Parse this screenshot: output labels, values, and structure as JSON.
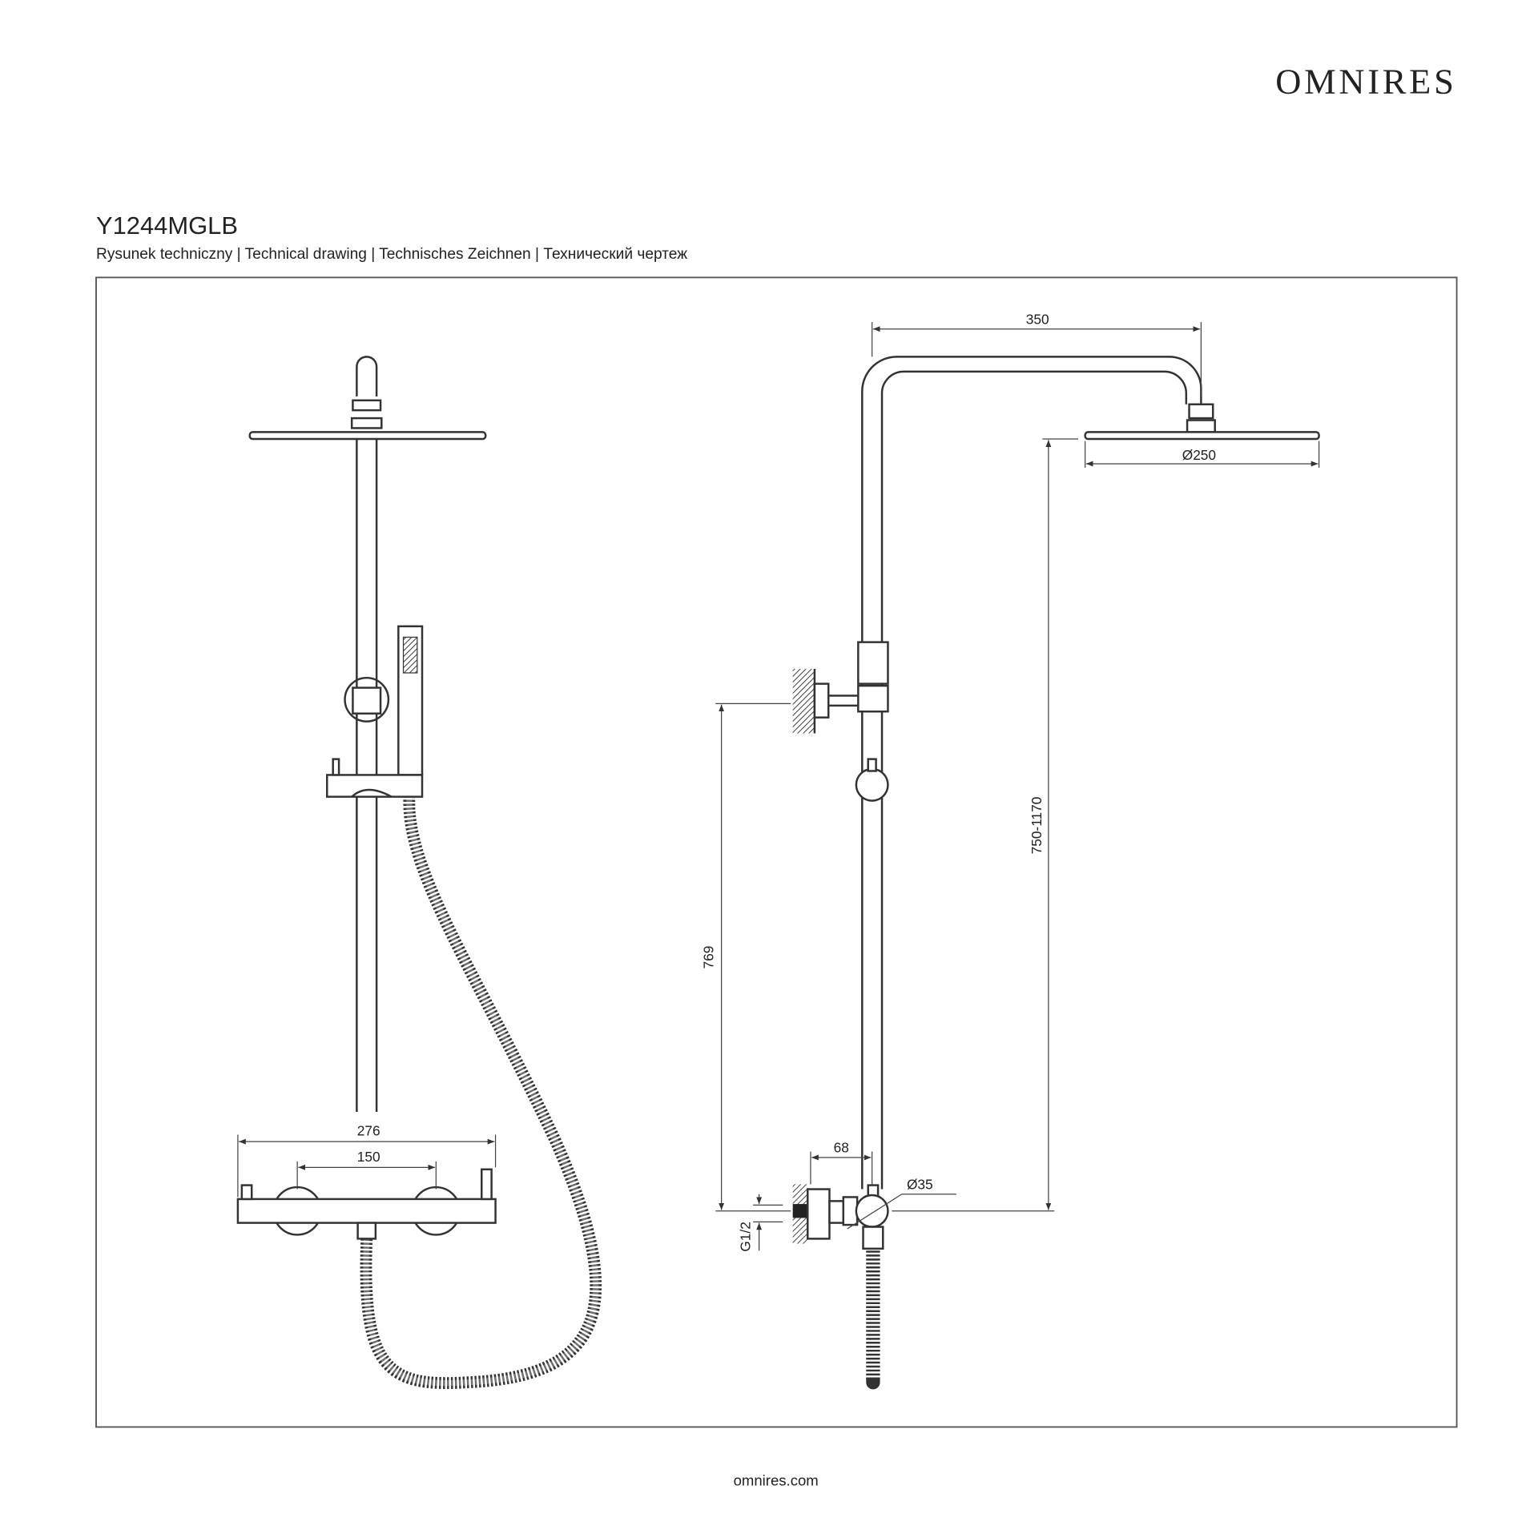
{
  "brand": {
    "logo": "OMNIRES"
  },
  "header": {
    "product_code": "Y1244MGLB",
    "subtitle": "Rysunek techniczny | Technical drawing | Technisches Zeichnen | Технический чертеж"
  },
  "drawing": {
    "front_view": {
      "dim_total_width": "276",
      "dim_axis_spacing": "150"
    },
    "side_view": {
      "dim_arm_length": "350",
      "dim_head_diameter": "Ø250",
      "dim_height_range": "750-1170",
      "dim_bracket_height": "769",
      "dim_wall_offset": "68",
      "dim_body_diameter": "Ø35",
      "dim_thread": "G1/2"
    }
  },
  "footer": {
    "website": "omnires.com"
  }
}
